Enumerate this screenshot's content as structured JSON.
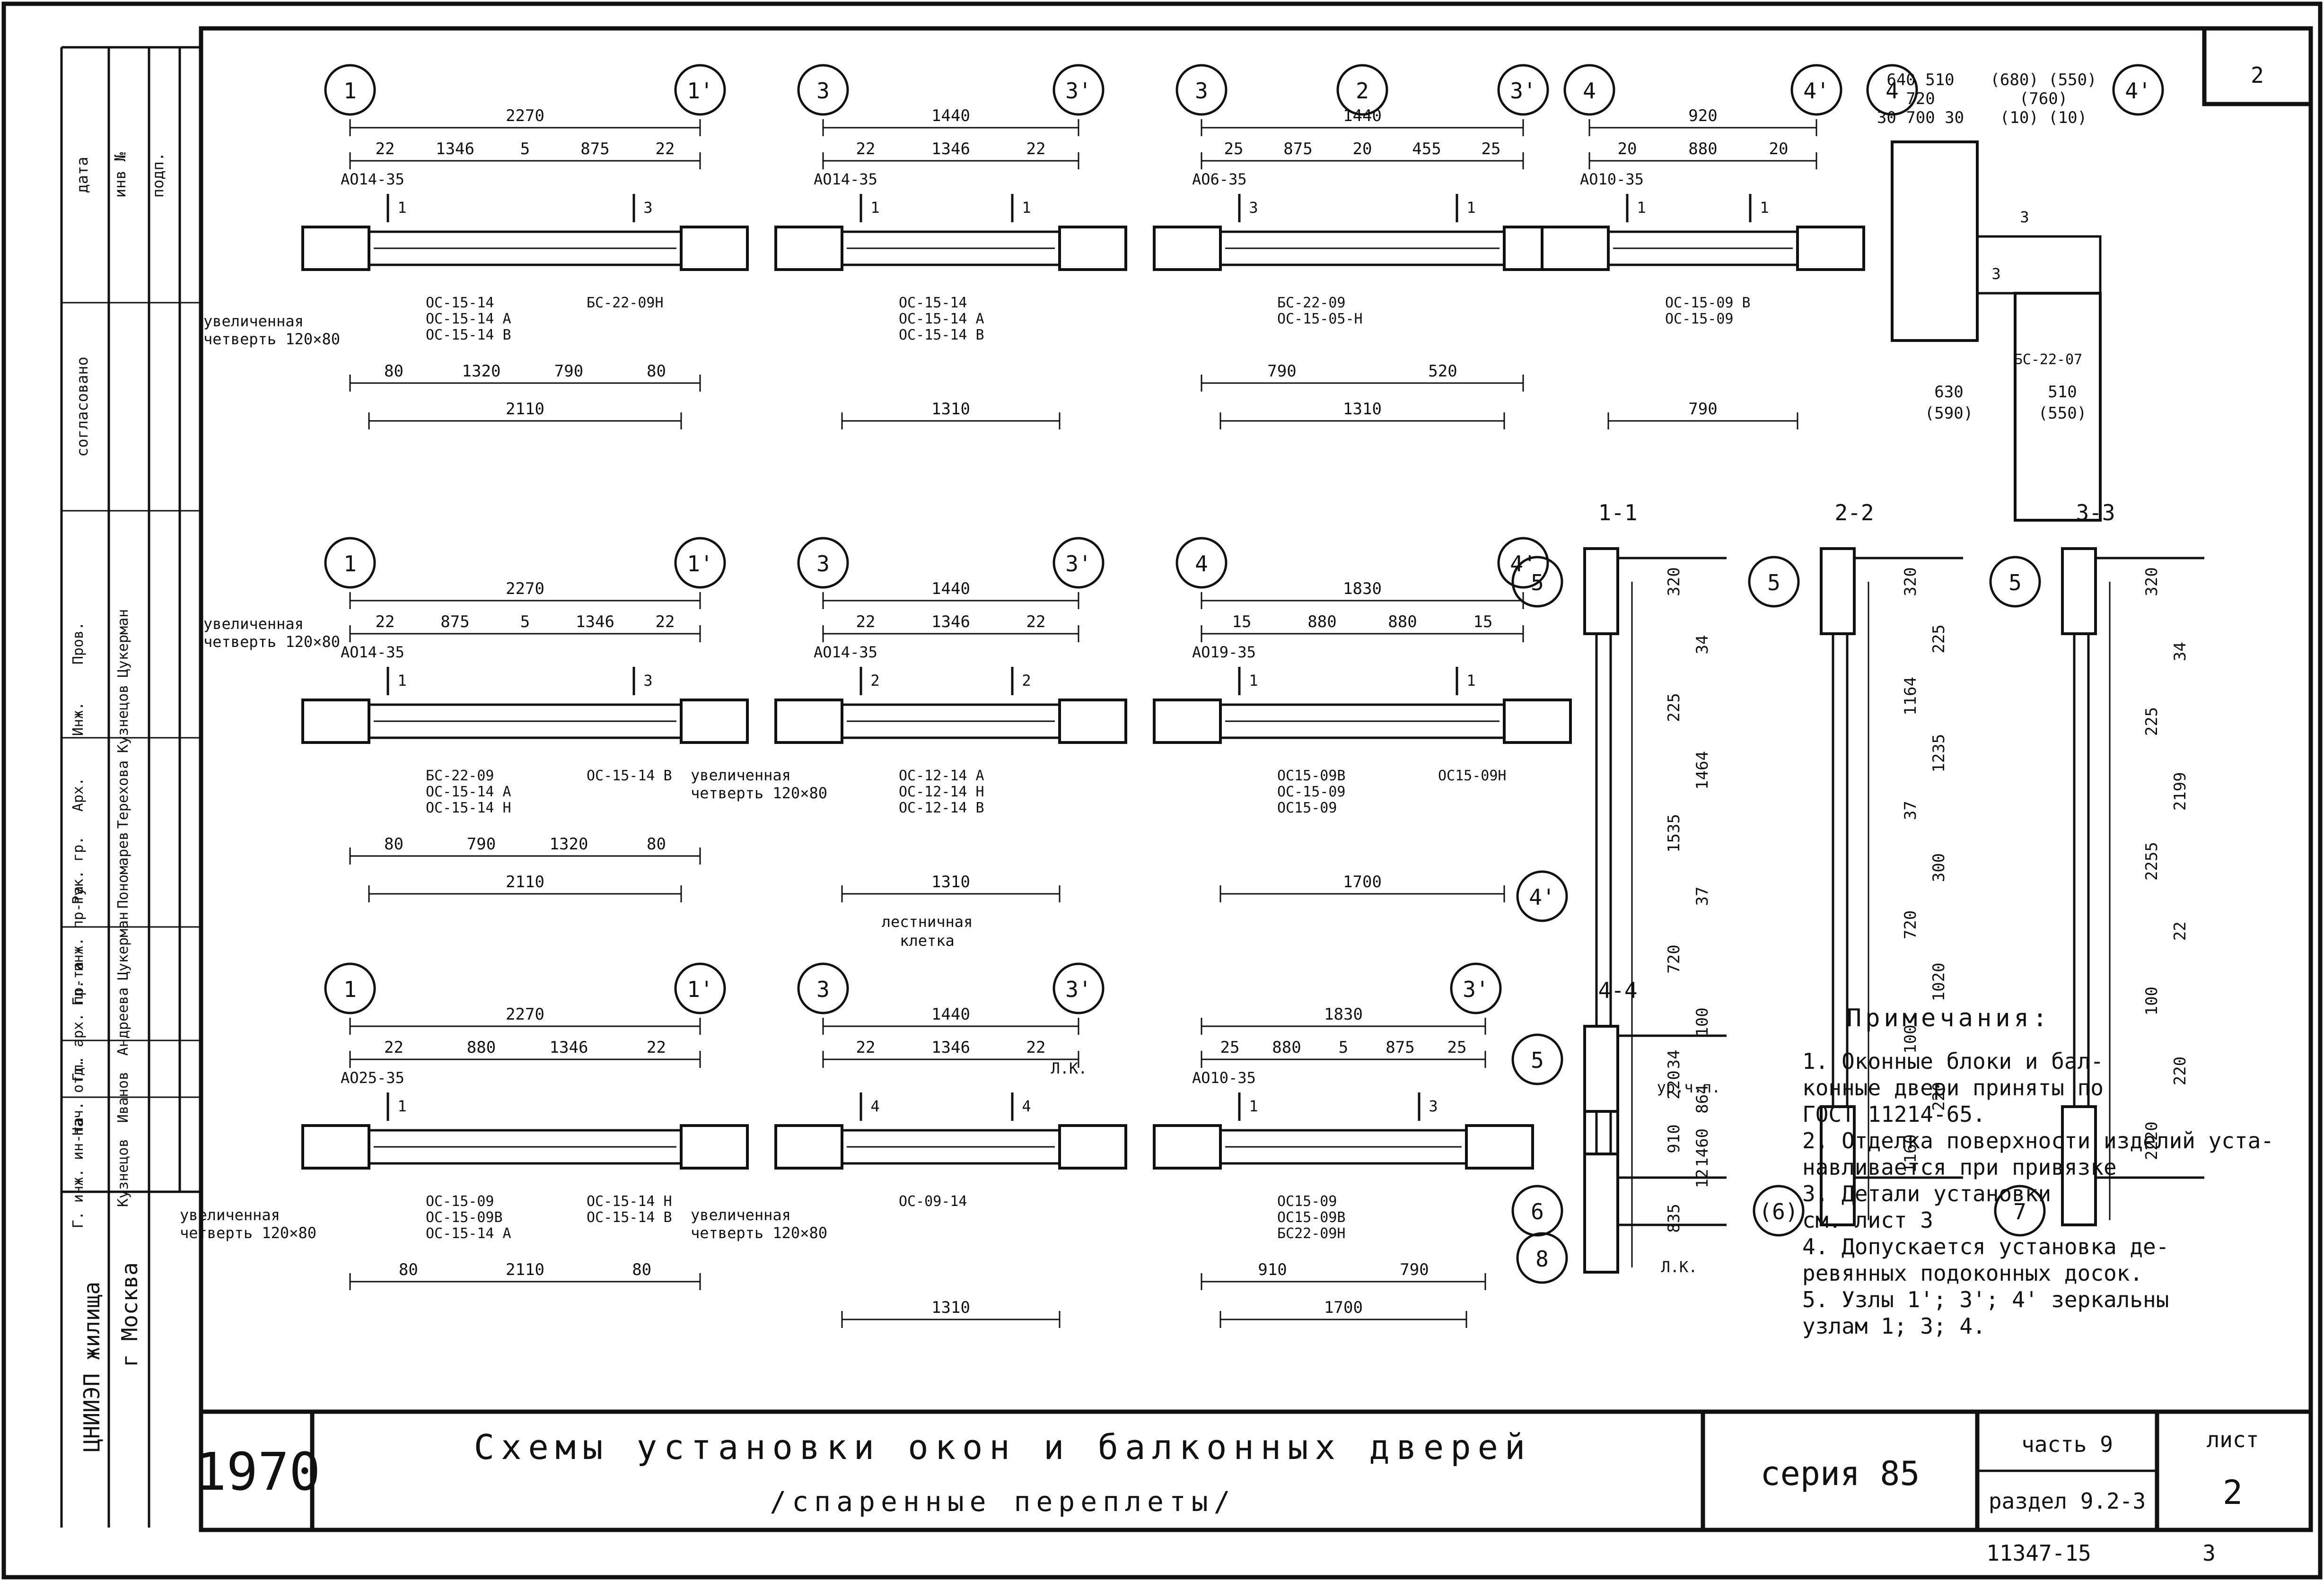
{
  "sheet_number": "2",
  "footer": {
    "year": "1970",
    "title_line1": "Схемы установки окон и балконных дверей",
    "title_line2": "/спаренные переплеты/",
    "series": "серия 85",
    "part": "часть 9",
    "section": "раздел 9.2-3",
    "sheet_label": "лист",
    "sheet_value": "2",
    "archive_no": "11347-15",
    "archive_page": "3"
  },
  "side_stamp": {
    "org_city": "г Москва",
    "org_name": "ЦНИИЭП жилища",
    "approval_header": "согласовано",
    "approval_cols": [
      "дата",
      "инв №",
      "подп."
    ],
    "roles": [
      "Г. инж. ин-та",
      "Нач. отд.",
      "Гл. арх. пр-та",
      "Гл. инж. пр-та",
      "Рук. гр.",
      "Арх.",
      "Инж.",
      "Пров."
    ],
    "names": [
      "Кузнецов",
      "Иванов",
      "Андреева",
      "Цукерман",
      "Пономарев",
      "Терехова",
      "Кузнецов",
      "Цукерман"
    ]
  },
  "labels": {
    "enlarged_rebate": "увеличенная",
    "rebate_size": "четверть 120×80",
    "stair_cell_line1": "лестничная",
    "stair_cell_line2": "клетка",
    "lk": "Л.К.",
    "floor_level": "ур.ч.п."
  },
  "plans": [
    {
      "id": "r1c1",
      "circles": [
        "1",
        "1'"
      ],
      "top_dims": [
        "22",
        "1346",
        "5",
        "875",
        "22"
      ],
      "overall_top": "2270",
      "lintel": "АО14-35",
      "marks": [
        "ОС-15-14",
        "ОС-15-14 А",
        "ОС-15-14 В",
        "БС-22-09Н"
      ],
      "bottom_dims": [
        "80",
        "1320",
        "790",
        "80"
      ],
      "overall_bottom": "2110",
      "arrows": [
        "1",
        "3"
      ]
    },
    {
      "id": "r1c2",
      "circles": [
        "3",
        "3'"
      ],
      "top_dims": [
        "22",
        "1346",
        "22"
      ],
      "overall_top": "1440",
      "lintel": "АО14-35",
      "marks": [
        "ОС-15-14",
        "ОС-15-14 А",
        "ОС-15-14 В"
      ],
      "bottom_dims": [],
      "overall_bottom": "1310",
      "arrows": [
        "1",
        "1"
      ]
    },
    {
      "id": "r1c3",
      "circles": [
        "3",
        "2",
        "3'"
      ],
      "top_dims": [
        "25",
        "875",
        "20",
        "455",
        "25"
      ],
      "overall_top": "1440",
      "lintel": "АО6-35",
      "marks": [
        "БС-22-09",
        "ОС-15-05-Н"
      ],
      "bottom_dims": [
        "790",
        "520"
      ],
      "overall_bottom": "1310",
      "arrows": [
        "3",
        "1"
      ]
    },
    {
      "id": "r1c4",
      "circles": [
        "4",
        "4'"
      ],
      "top_dims": [
        "20",
        "880",
        "20"
      ],
      "overall_top": "920",
      "lintel": "АО10-35",
      "marks": [
        "ОС-15-09 В",
        "ОС-15-09"
      ],
      "bottom_dims": [],
      "overall_bottom": "790",
      "arrows": [
        "1",
        "1"
      ]
    },
    {
      "id": "r1c5",
      "circles": [
        "4",
        "4'"
      ],
      "top_dims": [
        "640 510",
        "(680) (550)",
        "720",
        "(760)",
        "30 700 30",
        "(10) (10)"
      ],
      "overall_top": "",
      "lintel": "",
      "marks": [
        "БС-22-07"
      ],
      "bottom_dims": [
        "630",
        "(590)",
        "510",
        "(550)"
      ],
      "overall_bottom": "",
      "arrows": [
        "3",
        "3"
      ]
    },
    {
      "id": "r2c1",
      "circles": [
        "1",
        "1'"
      ],
      "top_dims": [
        "22",
        "875",
        "5",
        "1346",
        "22"
      ],
      "overall_top": "2270",
      "lintel": "АО14-35",
      "marks": [
        "БС-22-09",
        "ОС-15-14 А",
        "ОС-15-14 Н",
        "ОС-15-14 В"
      ],
      "bottom_dims": [
        "80",
        "790",
        "1320",
        "80"
      ],
      "overall_bottom": "2110",
      "arrows": [
        "1",
        "3"
      ]
    },
    {
      "id": "r2c2",
      "circles": [
        "3",
        "3'"
      ],
      "top_dims": [
        "22",
        "1346",
        "22"
      ],
      "overall_top": "1440",
      "lintel": "АО14-35",
      "marks": [
        "ОС-12-14 А",
        "ОС-12-14 Н",
        "ОС-12-14 В"
      ],
      "bottom_dims": [],
      "overall_bottom": "1310",
      "arrows": [
        "2",
        "2"
      ]
    },
    {
      "id": "r2c3",
      "circles": [
        "4",
        "4'"
      ],
      "top_dims": [
        "15",
        "880",
        "880",
        "15"
      ],
      "overall_top": "1830",
      "lintel": "АО19-35",
      "marks": [
        "ОС15-09В",
        "ОС-15-09",
        "ОС15-09",
        "ОС15-09Н"
      ],
      "bottom_dims": [],
      "overall_bottom": "1700",
      "arrows": [
        "1",
        "1"
      ]
    },
    {
      "id": "r3c1",
      "circles": [
        "1",
        "1'"
      ],
      "top_dims": [
        "22",
        "880",
        "1346",
        "22"
      ],
      "overall_top": "2270",
      "lintel": "АО25-35",
      "marks": [
        "ОС-15-09",
        "ОС-15-09В",
        "ОС-15-14 А",
        "ОС-15-14 Н",
        "ОС-15-14 В"
      ],
      "bottom_dims": [
        "80",
        "2110",
        "80"
      ],
      "overall_bottom": "",
      "arrows": [
        "1"
      ]
    },
    {
      "id": "r3c2",
      "circles": [
        "3",
        "3'"
      ],
      "top_dims": [
        "22",
        "1346",
        "22"
      ],
      "overall_top": "1440",
      "lintel": "",
      "marks": [
        "ОС-09-14"
      ],
      "bottom_dims": [],
      "overall_bottom": "1310",
      "arrows": [
        "4",
        "4"
      ]
    },
    {
      "id": "r3c3",
      "circles": [
        "3'"
      ],
      "top_dims": [
        "25",
        "880",
        "5",
        "875",
        "25"
      ],
      "overall_top": "1830",
      "lintel": "АО10-35",
      "marks": [
        "ОС15-09",
        "ОС15-09В",
        "БС22-09Н"
      ],
      "bottom_dims": [
        "910",
        "790"
      ],
      "overall_bottom": "1700",
      "arrows": [
        "1",
        "3"
      ]
    }
  ],
  "sections": [
    {
      "id": "s11",
      "title": "1-1",
      "circles": [
        "5",
        "4'",
        "6"
      ],
      "dims": [
        "320",
        "34",
        "225",
        "1464",
        "1535",
        "37",
        "720",
        "100",
        "220",
        "1460"
      ],
      "level": "ур.ч.п."
    },
    {
      "id": "s22",
      "title": "2-2",
      "circles": [
        "5",
        "(6)"
      ],
      "dims": [
        "320",
        "225",
        "1164",
        "1235",
        "37",
        "300",
        "720",
        "1020",
        "100",
        "220",
        "1160"
      ]
    },
    {
      "id": "s33",
      "title": "3-3",
      "circles": [
        "5",
        "7"
      ],
      "dims": [
        "320",
        "34",
        "225",
        "2199",
        "2255",
        "22",
        "100",
        "220",
        "2220"
      ]
    },
    {
      "id": "s44",
      "title": "4-4",
      "circles": [
        "5",
        "8"
      ],
      "dims": [
        "34",
        "864",
        "910",
        "12",
        "835"
      ],
      "note": "Л.К."
    }
  ],
  "notes": {
    "title": "Примечания:",
    "items": [
      "1. Оконные блоки и бал-",
      "конные двери приняты по",
      "ГОСТ 11214-65.",
      "2. Отделка поверхности изделий уста-",
      "навливается при привязке",
      "3. Детали установки",
      "см. лист 3",
      "4. Допускается установка де-",
      "ревянных подоконных досок.",
      "5. Узлы 1'; 3'; 4' зеркальны",
      "узлам 1; 3; 4."
    ]
  }
}
